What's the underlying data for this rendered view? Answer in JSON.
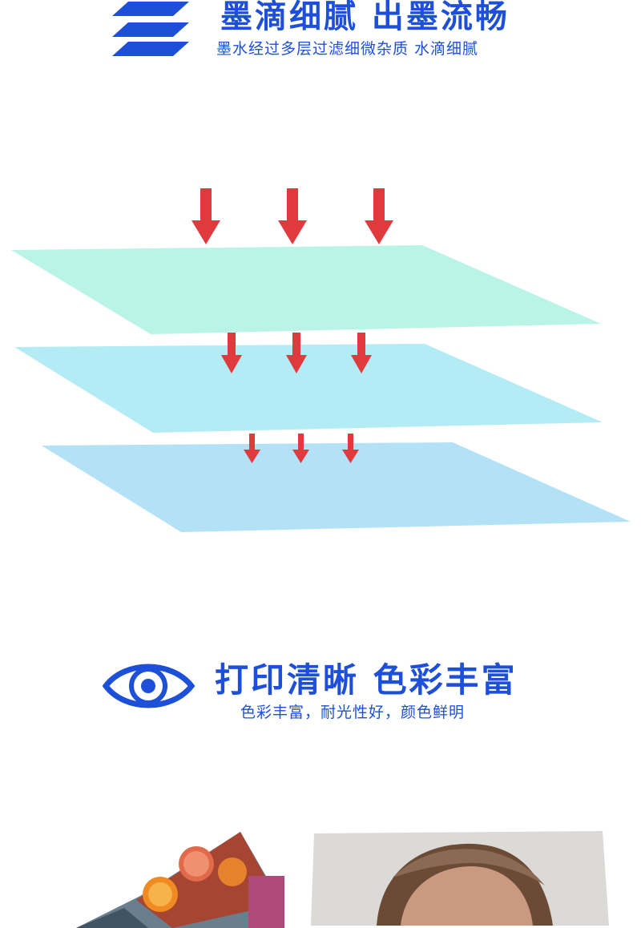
{
  "filter_section": {
    "title": "墨滴细腻 出墨流畅",
    "subtitle": "墨水经过多层过滤细微杂质 水滴细腻",
    "icon": "layers-icon",
    "accent_color": "#1d4fd9",
    "layer_colors": [
      "#b9f4e6",
      "#b3ecf5",
      "#b3e2f7"
    ],
    "arrow_color": "#e03a3e"
  },
  "clarity_section": {
    "title": "打印清晰 色彩丰富",
    "subtitle": "色彩丰富，耐光性好，颜色鲜明",
    "icon": "eye-icon",
    "photos": [
      "fruit-photo",
      "portrait-photo"
    ]
  }
}
